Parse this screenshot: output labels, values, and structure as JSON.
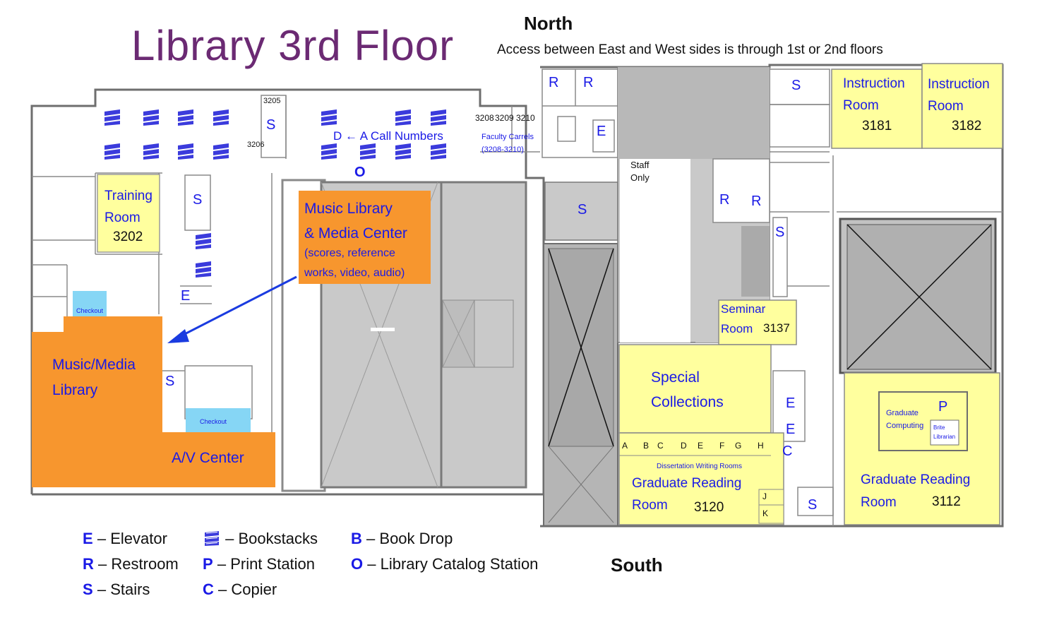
{
  "title": "Library 3rd Floor",
  "north": "North",
  "south": "South",
  "access_note": "Access between East and West sides is through 1st or 2nd floors",
  "rooms": {
    "training": {
      "line1": "Training",
      "line2": "Room",
      "number": "3202"
    },
    "music_library": {
      "line1": "Music Library",
      "line2": "& Media Center",
      "line3": "(scores, reference",
      "line4": "works, video, audio)"
    },
    "music_media": {
      "line1": "Music/Media",
      "line2": "Library"
    },
    "av_center": "A/V Center",
    "checkout": "Checkout",
    "instruction1": {
      "line1": "Instruction",
      "line2": "Room",
      "number": "3181"
    },
    "instruction2": {
      "line1": "Instruction",
      "line2": "Room",
      "number": "3182"
    },
    "seminar": {
      "line1": "Seminar",
      "line2": "Room",
      "number": "3137"
    },
    "special_collections": {
      "line1": "Special",
      "line2": "Collections"
    },
    "grad_reading_3120": {
      "line1": "Graduate Reading",
      "line2": "Room",
      "number": "3120"
    },
    "grad_reading_3112": {
      "line1": "Graduate Reading",
      "line2": "Room",
      "number": "3112"
    },
    "dissertation": "Dissertation Writing Rooms",
    "dissertation_letters": [
      "A",
      "B",
      "C",
      "D",
      "E",
      "F",
      "G",
      "H"
    ],
    "jk": [
      "J",
      "K"
    ],
    "graduate_computing": {
      "line1": "Graduate",
      "line2": "Computing"
    },
    "brite_librarian": {
      "line1": "Brite",
      "line2": "Librarian"
    },
    "staff_only": {
      "line1": "Staff",
      "line2": "Only"
    },
    "faculty_carrels": {
      "line1": "Faculty Carrels",
      "line2": "(3208-3210)"
    },
    "call_numbers": "D ← A  Call Numbers",
    "room_3205": "3205",
    "room_3206": "3206",
    "room_3208": "3208",
    "room_3209": "3209",
    "room_3210": "3210"
  },
  "symbols": {
    "restroom": "R",
    "stairs": "S",
    "elevator": "E",
    "copier": "C",
    "print": "P",
    "catalog": "O"
  },
  "legend": [
    {
      "key": "E",
      "label": "Elevator"
    },
    {
      "key": "R",
      "label": "Restroom"
    },
    {
      "key": "S",
      "label": "Stairs"
    },
    {
      "key": "bookstacks-icon",
      "label": "Bookstacks"
    },
    {
      "key": "P",
      "label": "Print Station"
    },
    {
      "key": "C",
      "label": "Copier"
    },
    {
      "key": "B",
      "label": "Book Drop"
    },
    {
      "key": "O",
      "label": "Library Catalog Station"
    }
  ],
  "legend_dash": "–",
  "colors": {
    "orange": "#f7962e",
    "yellow": "#ffff9e",
    "gray": "#c9c9c9",
    "dark_gray": "#a8a8a8",
    "blue": "#1a1ae6",
    "checkout": "#86d6f5",
    "title": "#6b2a73"
  }
}
